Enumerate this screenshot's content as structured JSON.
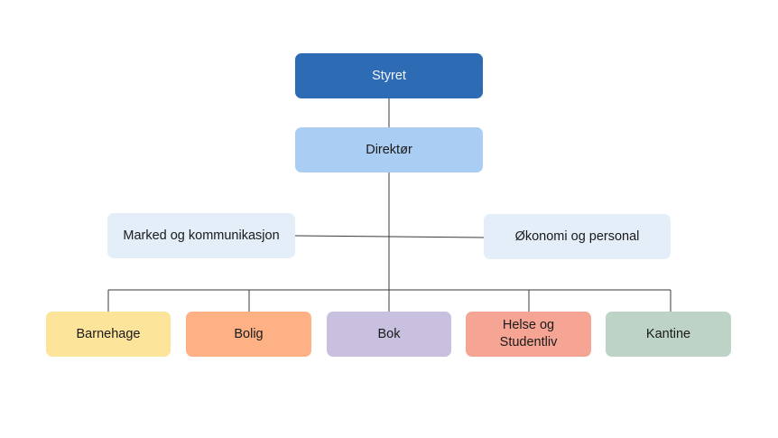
{
  "chart": {
    "top": "Styret",
    "director": "Direktør",
    "staff_left": "Marked og kommunikasjon",
    "staff_right": "Økonomi og personal",
    "units": [
      "Barnehage",
      "Bolig",
      "Bok",
      "Helse og Studentliv",
      "Kantine"
    ]
  },
  "colors": {
    "styret": "#2e6bb5",
    "direktor": "#a9cdf3",
    "staff": "#e3eef9",
    "barnehage": "#fde49b",
    "bolig": "#fdb184",
    "bok": "#c8c0de",
    "helse": "#f6a594",
    "kantine": "#bcd3c5",
    "connector": "#3a3a3a"
  }
}
